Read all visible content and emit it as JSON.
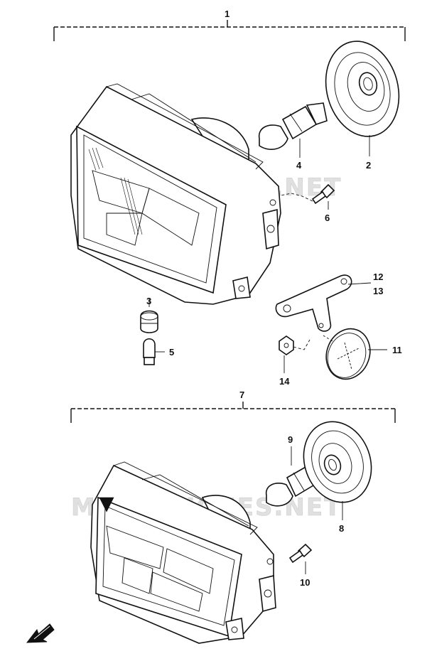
{
  "watermark": "MICROFICHES.NET",
  "labels": {
    "p1": "1",
    "p2": "2",
    "p3": "3",
    "p4": "4",
    "p5": "5",
    "p6": "6",
    "p7": "7",
    "p8": "8",
    "p9": "9",
    "p10": "10",
    "p11": "11",
    "p12": "12",
    "p13": "13",
    "p14": "14"
  },
  "colors": {
    "ink": "#111111",
    "watermark": "#dcdcdc",
    "background": "#ffffff"
  },
  "icons": {
    "direction": "front-arrow-icon"
  }
}
